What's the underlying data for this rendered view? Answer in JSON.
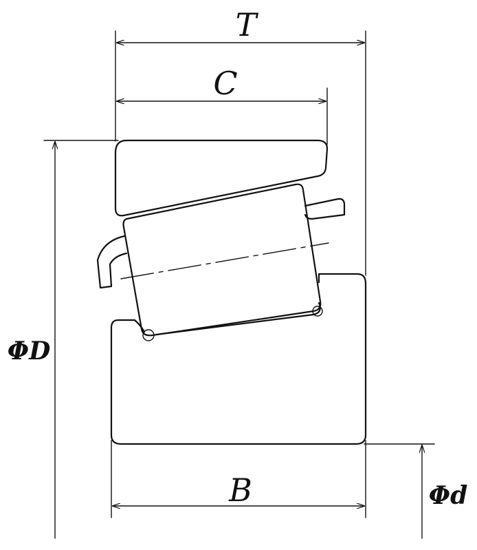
{
  "labels": {
    "T": "T",
    "C": "C",
    "B": "B",
    "phiD": "ΦD",
    "phid": "Φd"
  },
  "colors": {
    "line": "#111111",
    "background": "#ffffff"
  }
}
